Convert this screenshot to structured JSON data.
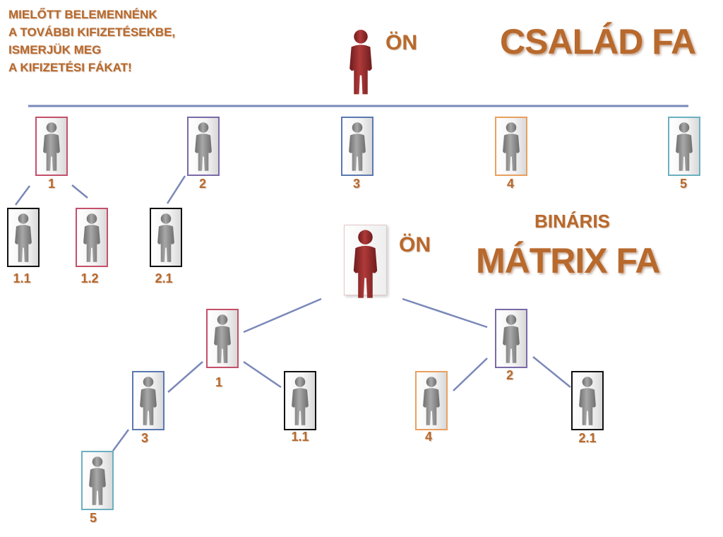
{
  "intro_lines": [
    "MIELŐTT BELEMENNÉNK",
    "A TOVÁBBI KIFIZETÉSEKBE,",
    "ISMERJÜK MEG",
    "A KIFIZETÉSI FÁKAT!"
  ],
  "family_tree": {
    "title": "CSALÁD FA",
    "root_label": "ÖN",
    "nodes": [
      {
        "id": "f1",
        "label": "1",
        "color": "#c4506a"
      },
      {
        "id": "f2",
        "label": "2",
        "color": "#7a6aa8"
      },
      {
        "id": "f3",
        "label": "3",
        "color": "#5a78b0"
      },
      {
        "id": "f4",
        "label": "4",
        "color": "#e8a060"
      },
      {
        "id": "f5",
        "label": "5",
        "color": "#6ab0c0"
      },
      {
        "id": "f11",
        "label": "1.1",
        "color": "#111111"
      },
      {
        "id": "f12",
        "label": "1.2",
        "color": "#c4506a"
      },
      {
        "id": "f21",
        "label": "2.1",
        "color": "#111111"
      }
    ]
  },
  "binary_tree": {
    "subtitle": "BINÁRIS",
    "title": "MÁTRIX FA",
    "root_label": "ÖN",
    "nodes": [
      {
        "id": "b1",
        "label": "1",
        "color": "#c4506a"
      },
      {
        "id": "b2",
        "label": "2",
        "color": "#7a6aa8"
      },
      {
        "id": "b3",
        "label": "3",
        "color": "#5a78b0"
      },
      {
        "id": "b11",
        "label": "1.1",
        "color": "#111111"
      },
      {
        "id": "b4",
        "label": "4",
        "color": "#e8a060"
      },
      {
        "id": "b21",
        "label": "2.1",
        "color": "#111111"
      },
      {
        "id": "b5",
        "label": "5",
        "color": "#6ab0c0"
      }
    ]
  },
  "colors": {
    "text": "#b8692c",
    "line": "#7a88b8",
    "you": "#8b2a2a",
    "person": "#8a8a8a"
  }
}
